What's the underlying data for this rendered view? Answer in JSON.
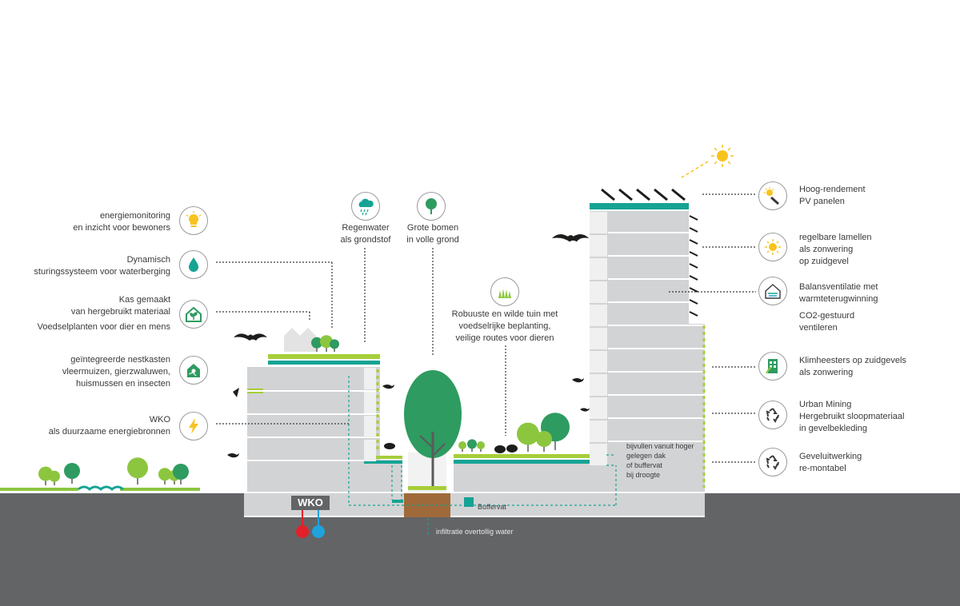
{
  "labels": {
    "energiemonitoring": [
      "energiemonitoring",
      "en inzicht voor bewoners"
    ],
    "dynamisch": [
      "Dynamisch",
      "sturingssysteem voor waterberging"
    ],
    "kas": [
      "Kas gemaakt",
      "van hergebruikt materiaal",
      "Voedselplanten voor dier en mens"
    ],
    "nestkasten": [
      "geïntegreerde nestkasten",
      "vleermuizen, gierzwaluwen,",
      "huismussen en insecten"
    ],
    "wko": [
      "WKO",
      "als duurzaame energiebronnen"
    ],
    "regenwater": [
      "Regenwater",
      "als grondstof"
    ],
    "grote_bomen": [
      "Grote bomen",
      "in volle grond"
    ],
    "tuin": [
      "Robuuste en wilde tuin met",
      "voedselrijke beplanting,",
      "veilige routes voor dieren"
    ],
    "pv": [
      "Hoog-rendement",
      "PV panelen"
    ],
    "lamellen": [
      "regelbare lamellen",
      "als zonwering",
      "op zuidgevel"
    ],
    "ventilatie": [
      "Balansventilatie met",
      "warmteterugwinning"
    ],
    "co2": [
      "CO2-gestuurd",
      "ventileren"
    ],
    "klimheesters": [
      "Klimheesters op zuidgevels",
      "als zonwering"
    ],
    "urban_mining": [
      "Urban Mining",
      "Hergebruikt sloopmateriaal",
      "in gevelbekleding"
    ],
    "geveluitwerking": [
      "Geveluitwerking",
      "re-montabel"
    ],
    "bijvullen": [
      "bijvullen vanuit hoger",
      "gelegen dak",
      "of buffervat",
      "bij droogte"
    ]
  },
  "tags": {
    "wko_box": "WKO",
    "buffervat": "Buffervat",
    "infiltratie": "infiltratie overtollig water"
  },
  "icons": {
    "energiemonitoring": "lightbulb-icon",
    "dynamisch": "water-drop-icon",
    "kas": "greenhouse-plant-icon",
    "nestkasten": "birdhouse-icon",
    "wko": "lightning-icon",
    "regenwater": "rain-cloud-icon",
    "grote_bomen": "tree-icon",
    "tuin": "grass-icon",
    "pv": "solar-panel-icon",
    "lamellen": "sun-icon",
    "ventilatie": "ventilation-house-icon",
    "klimheesters": "green-facade-icon",
    "urban_mining": "recycle-icon",
    "geveluitwerking": "recycle-icon"
  },
  "colors": {
    "ground": "#636466",
    "building": "#d2d3d5",
    "building_line": "#ffffff",
    "roof_teal": "#16a394",
    "roof_green": "#a6ce39",
    "tree_dark": "#2e9b60",
    "tree_light": "#8cc63f",
    "water_line": "#16a394",
    "sun": "#f7c31e",
    "soil": "#a0693a",
    "bird": "#1d1d1b",
    "wko_red": "#e4202a",
    "wko_blue": "#1ea3dd"
  }
}
